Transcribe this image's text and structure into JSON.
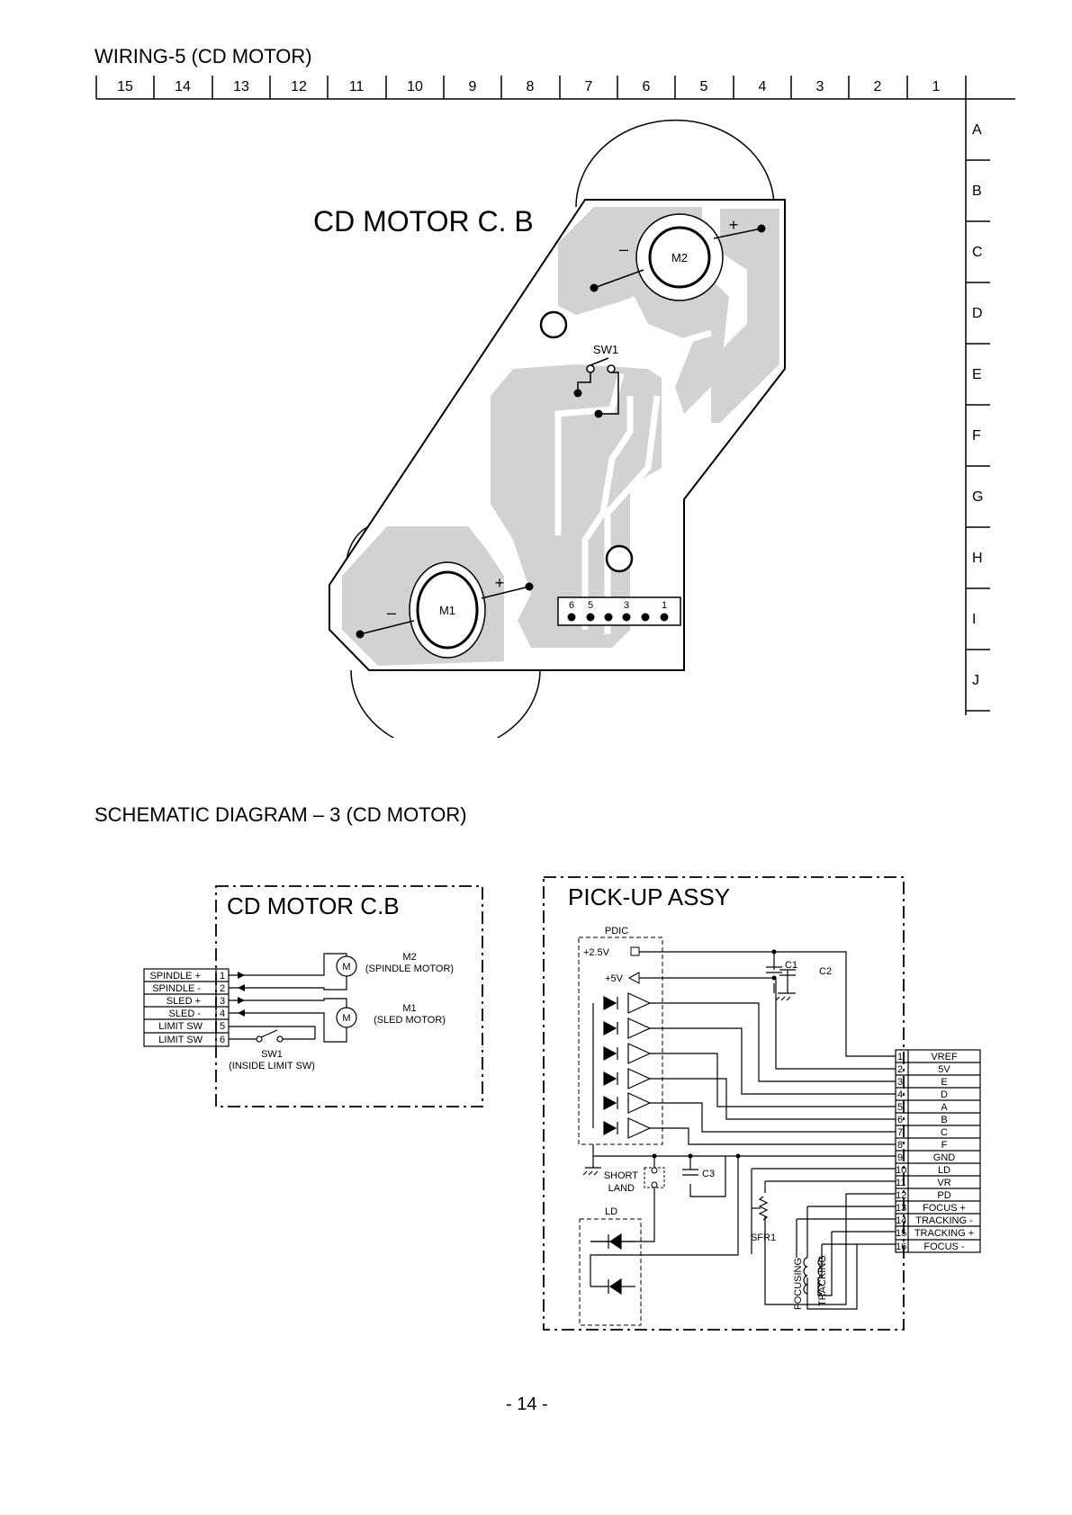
{
  "wiring": {
    "title": "WIRING-5 (CD MOTOR)",
    "column_labels": [
      "15",
      "14",
      "13",
      "12",
      "11",
      "10",
      "9",
      "8",
      "7",
      "6",
      "5",
      "4",
      "3",
      "2",
      "1"
    ],
    "row_labels": [
      "A",
      "B",
      "C",
      "D",
      "E",
      "F",
      "G",
      "H",
      "I",
      "J"
    ],
    "board_title": "CD MOTOR C. B",
    "motor_top": "M2",
    "motor_bottom": "M1",
    "plus": "+",
    "minus": "–",
    "switch_label": "SW1",
    "connector_pins": [
      "6",
      "5",
      "3",
      "1"
    ]
  },
  "schematic": {
    "title": "SCHEMATIC  DIAGRAM – 3  (CD MOTOR)",
    "motor_board": {
      "title": "CD MOTOR C.B",
      "connector": [
        {
          "num": "1",
          "name": "SPINDLE +"
        },
        {
          "num": "2",
          "name": "SPINDLE -"
        },
        {
          "num": "3",
          "name": "SLED +"
        },
        {
          "num": "4",
          "name": "SLED -"
        },
        {
          "num": "5",
          "name": "LIMIT SW"
        },
        {
          "num": "6",
          "name": "LIMIT SW"
        }
      ],
      "motor_symbol": "M",
      "m2_ref": "M2",
      "m2_desc": "(SPINDLE MOTOR)",
      "m1_ref": "M1",
      "m1_desc": "(SLED MOTOR)",
      "sw_ref": "SW1",
      "sw_desc": "(INSIDE LIMIT SW)"
    },
    "pickup": {
      "title": "PICK-UP ASSY",
      "pdic_label": "PDIC",
      "v25_label": "+2.5V",
      "v5_label": "+5V",
      "c1": "C1",
      "c2": "C2",
      "c3": "C3",
      "short_label": "SHORT",
      "land_label": "LAND",
      "ld_label": "LD",
      "sfr_label": "SFR1",
      "focusing_label": "FOCUSING",
      "tracking_label": "TRACKING",
      "connector": [
        {
          "num": "1",
          "name": "VREF"
        },
        {
          "num": "2",
          "name": "5V"
        },
        {
          "num": "3",
          "name": "E"
        },
        {
          "num": "4",
          "name": "D"
        },
        {
          "num": "5",
          "name": "A"
        },
        {
          "num": "6",
          "name": "B"
        },
        {
          "num": "7",
          "name": "C"
        },
        {
          "num": "8",
          "name": "F"
        },
        {
          "num": "9",
          "name": "GND"
        },
        {
          "num": "10",
          "name": "LD"
        },
        {
          "num": "11",
          "name": "VR"
        },
        {
          "num": "12",
          "name": "PD"
        },
        {
          "num": "13",
          "name": "FOCUS +"
        },
        {
          "num": "14",
          "name": "TRACKING -"
        },
        {
          "num": "15",
          "name": "TRACKING +"
        },
        {
          "num": "16",
          "name": "FOCUS -"
        }
      ]
    }
  },
  "page_number": "- 14 -"
}
